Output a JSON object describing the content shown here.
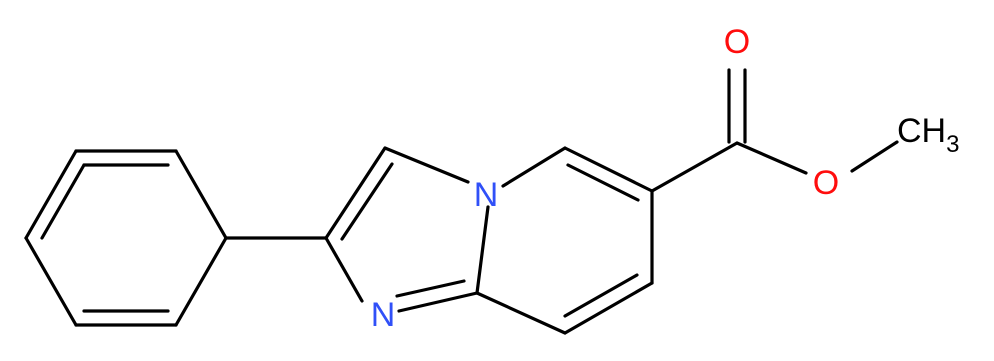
{
  "molecule": {
    "atoms": {
      "n_bridge": {
        "symbol": "N"
      },
      "n_imine": {
        "symbol": "N"
      },
      "o_carbonyl": {
        "symbol": "O"
      },
      "o_ester": {
        "symbol": "O"
      },
      "methyl": {
        "main": "CH",
        "subscript": "3"
      }
    },
    "colors": {
      "nitrogen": "#3050F8",
      "oxygen": "#FF0D0D",
      "carbon": "#000000",
      "bond": "#000000"
    }
  }
}
